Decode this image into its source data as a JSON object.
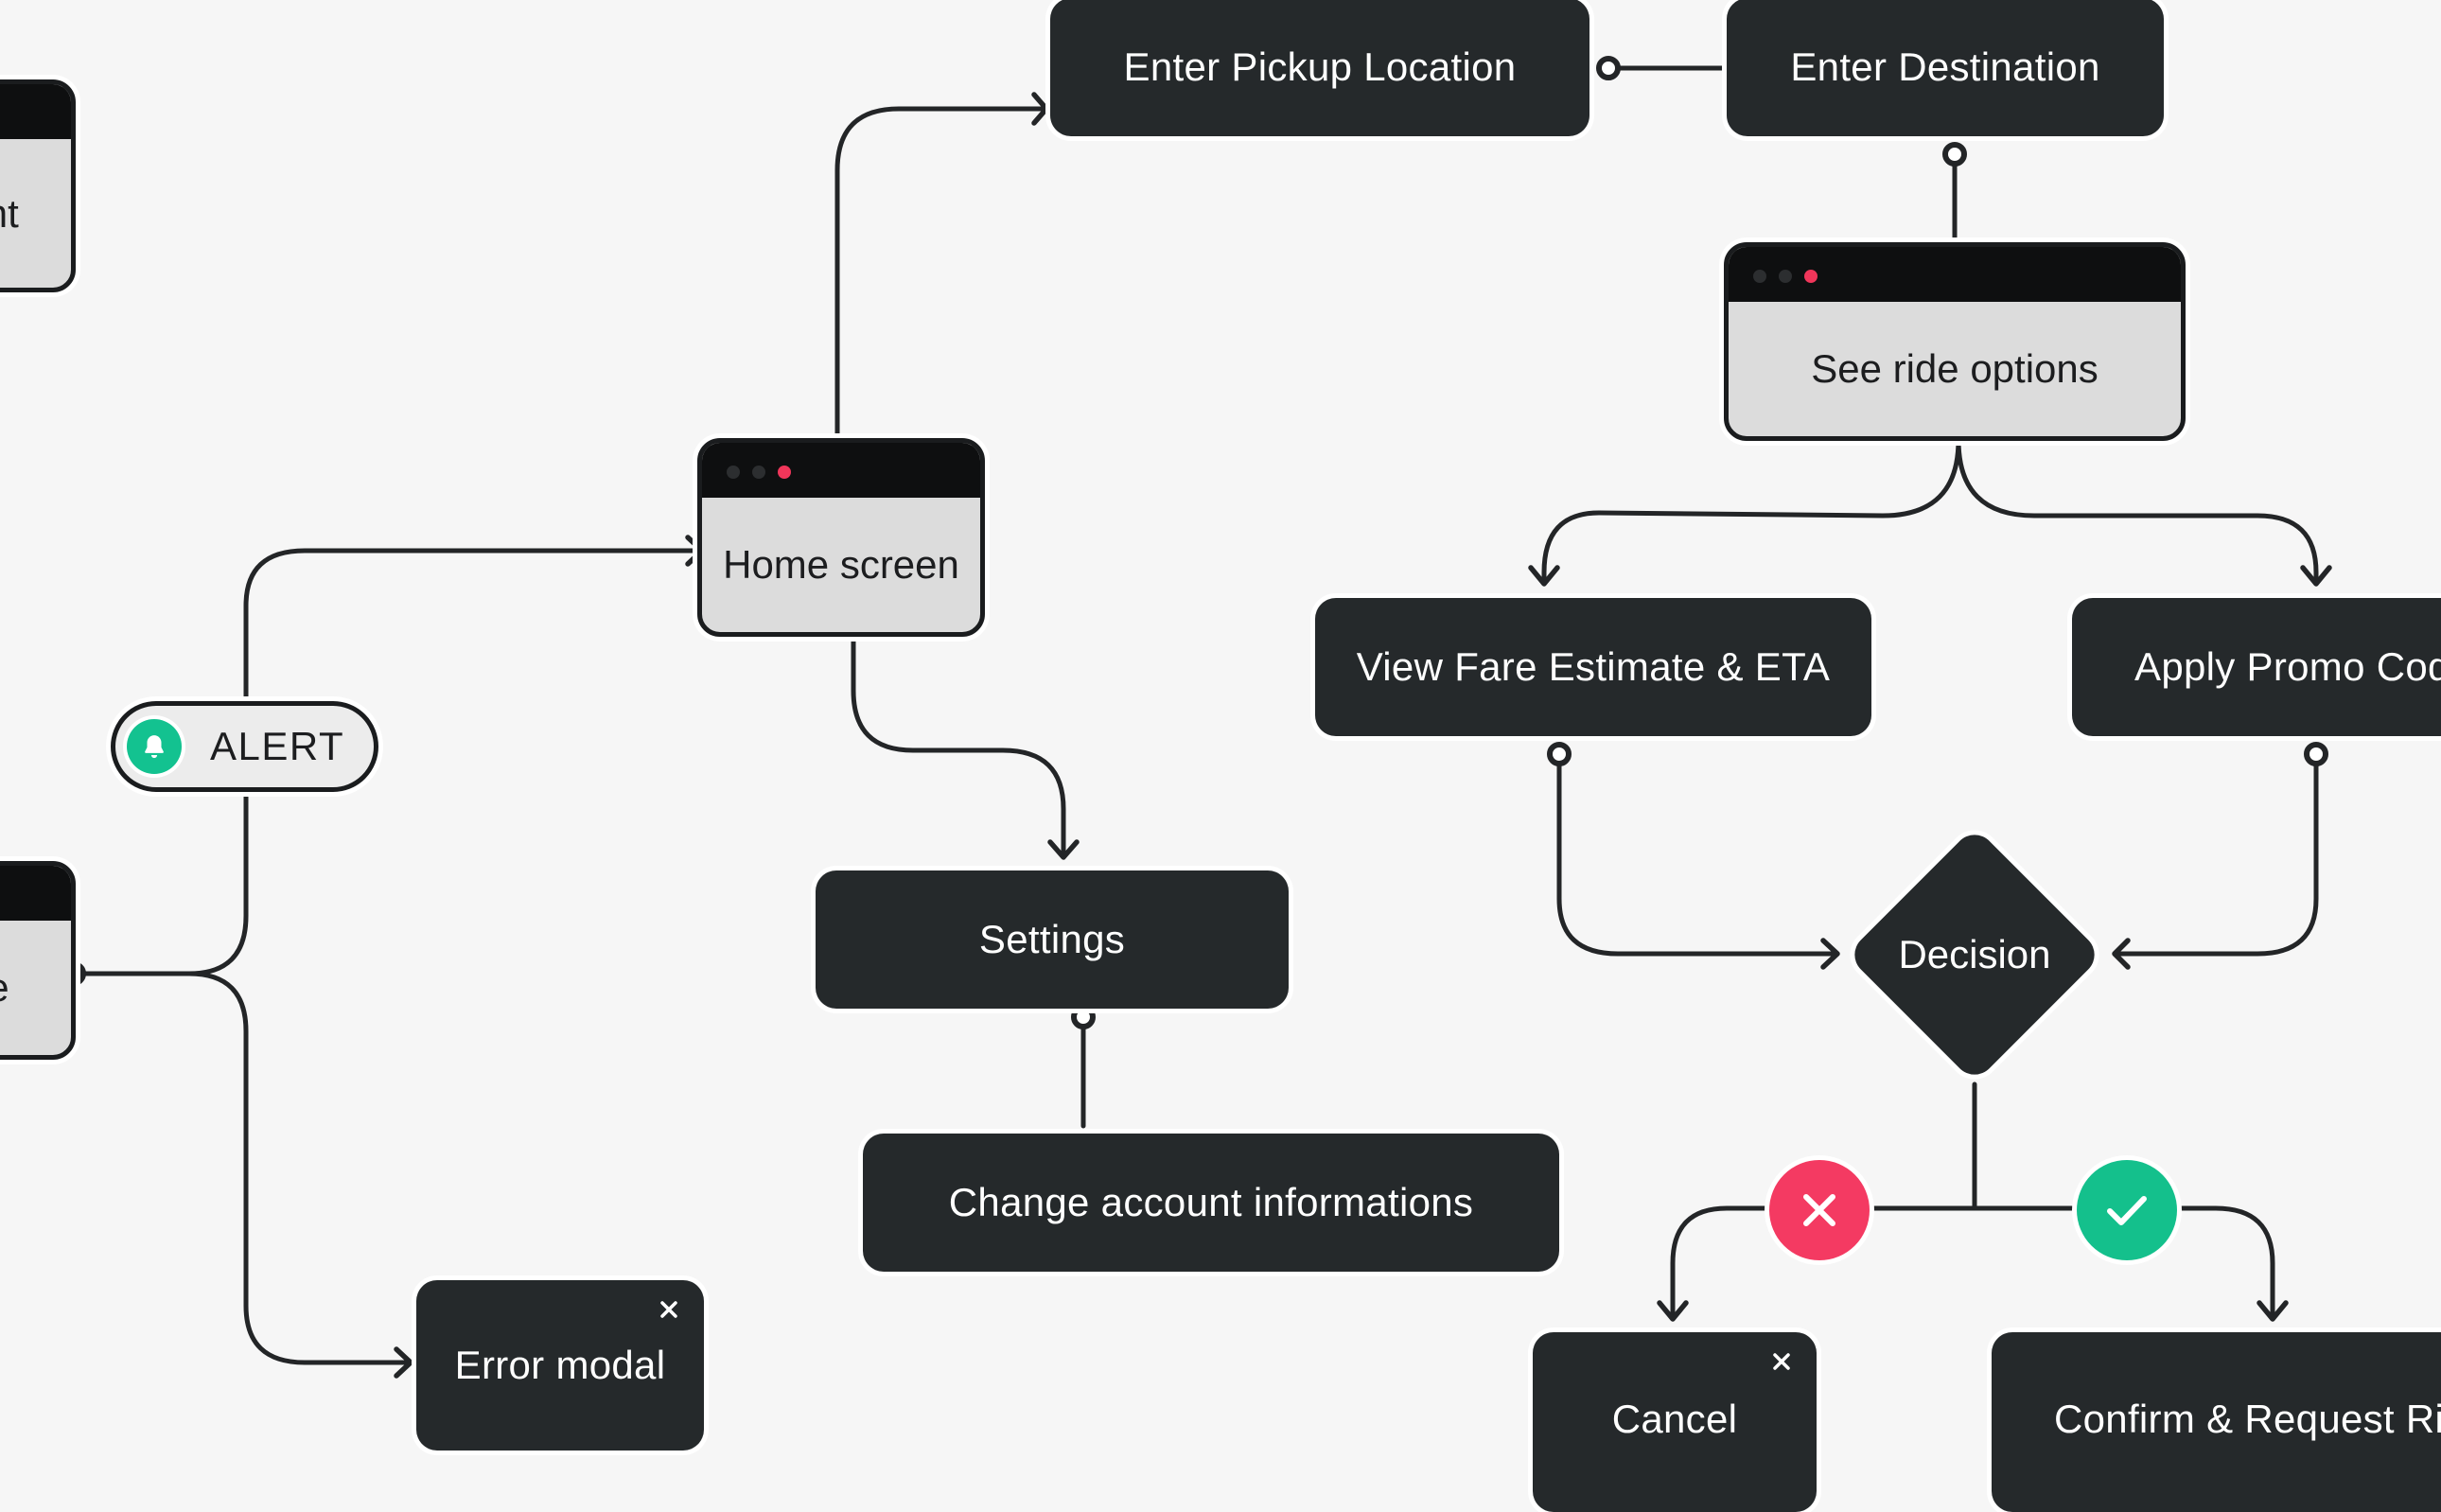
{
  "diagram": {
    "nodes": {
      "partial_account": "Create account",
      "enter_pickup": "Enter Pickup Location",
      "enter_destination": "Enter Destination",
      "see_ride_options": "See ride options",
      "home_screen": "Home screen",
      "view_fare": "View Fare Estimate & ETA",
      "apply_promo": "Apply Promo Code",
      "decision": "Decision",
      "partial_page": "Landing page",
      "settings": "Settings",
      "change_account": "Change account informations",
      "error_modal": "Error modal",
      "cancel": "Cancel",
      "confirm_request": "Confirm & Request Ride"
    },
    "alert": {
      "label": "ALERT",
      "icon": "bell-icon"
    },
    "decision_outcomes": {
      "no_icon": "x-icon",
      "yes_icon": "check-icon"
    },
    "colors": {
      "background": "#f6f6f6",
      "node_dark": "#25292b",
      "window_body": "#dcdcdc",
      "window_titlebar": "#0e0f10",
      "edge": "#232527",
      "accent_red": "#f43a62",
      "accent_green": "#14c08c",
      "window_dot_red": "#f0365a"
    }
  }
}
